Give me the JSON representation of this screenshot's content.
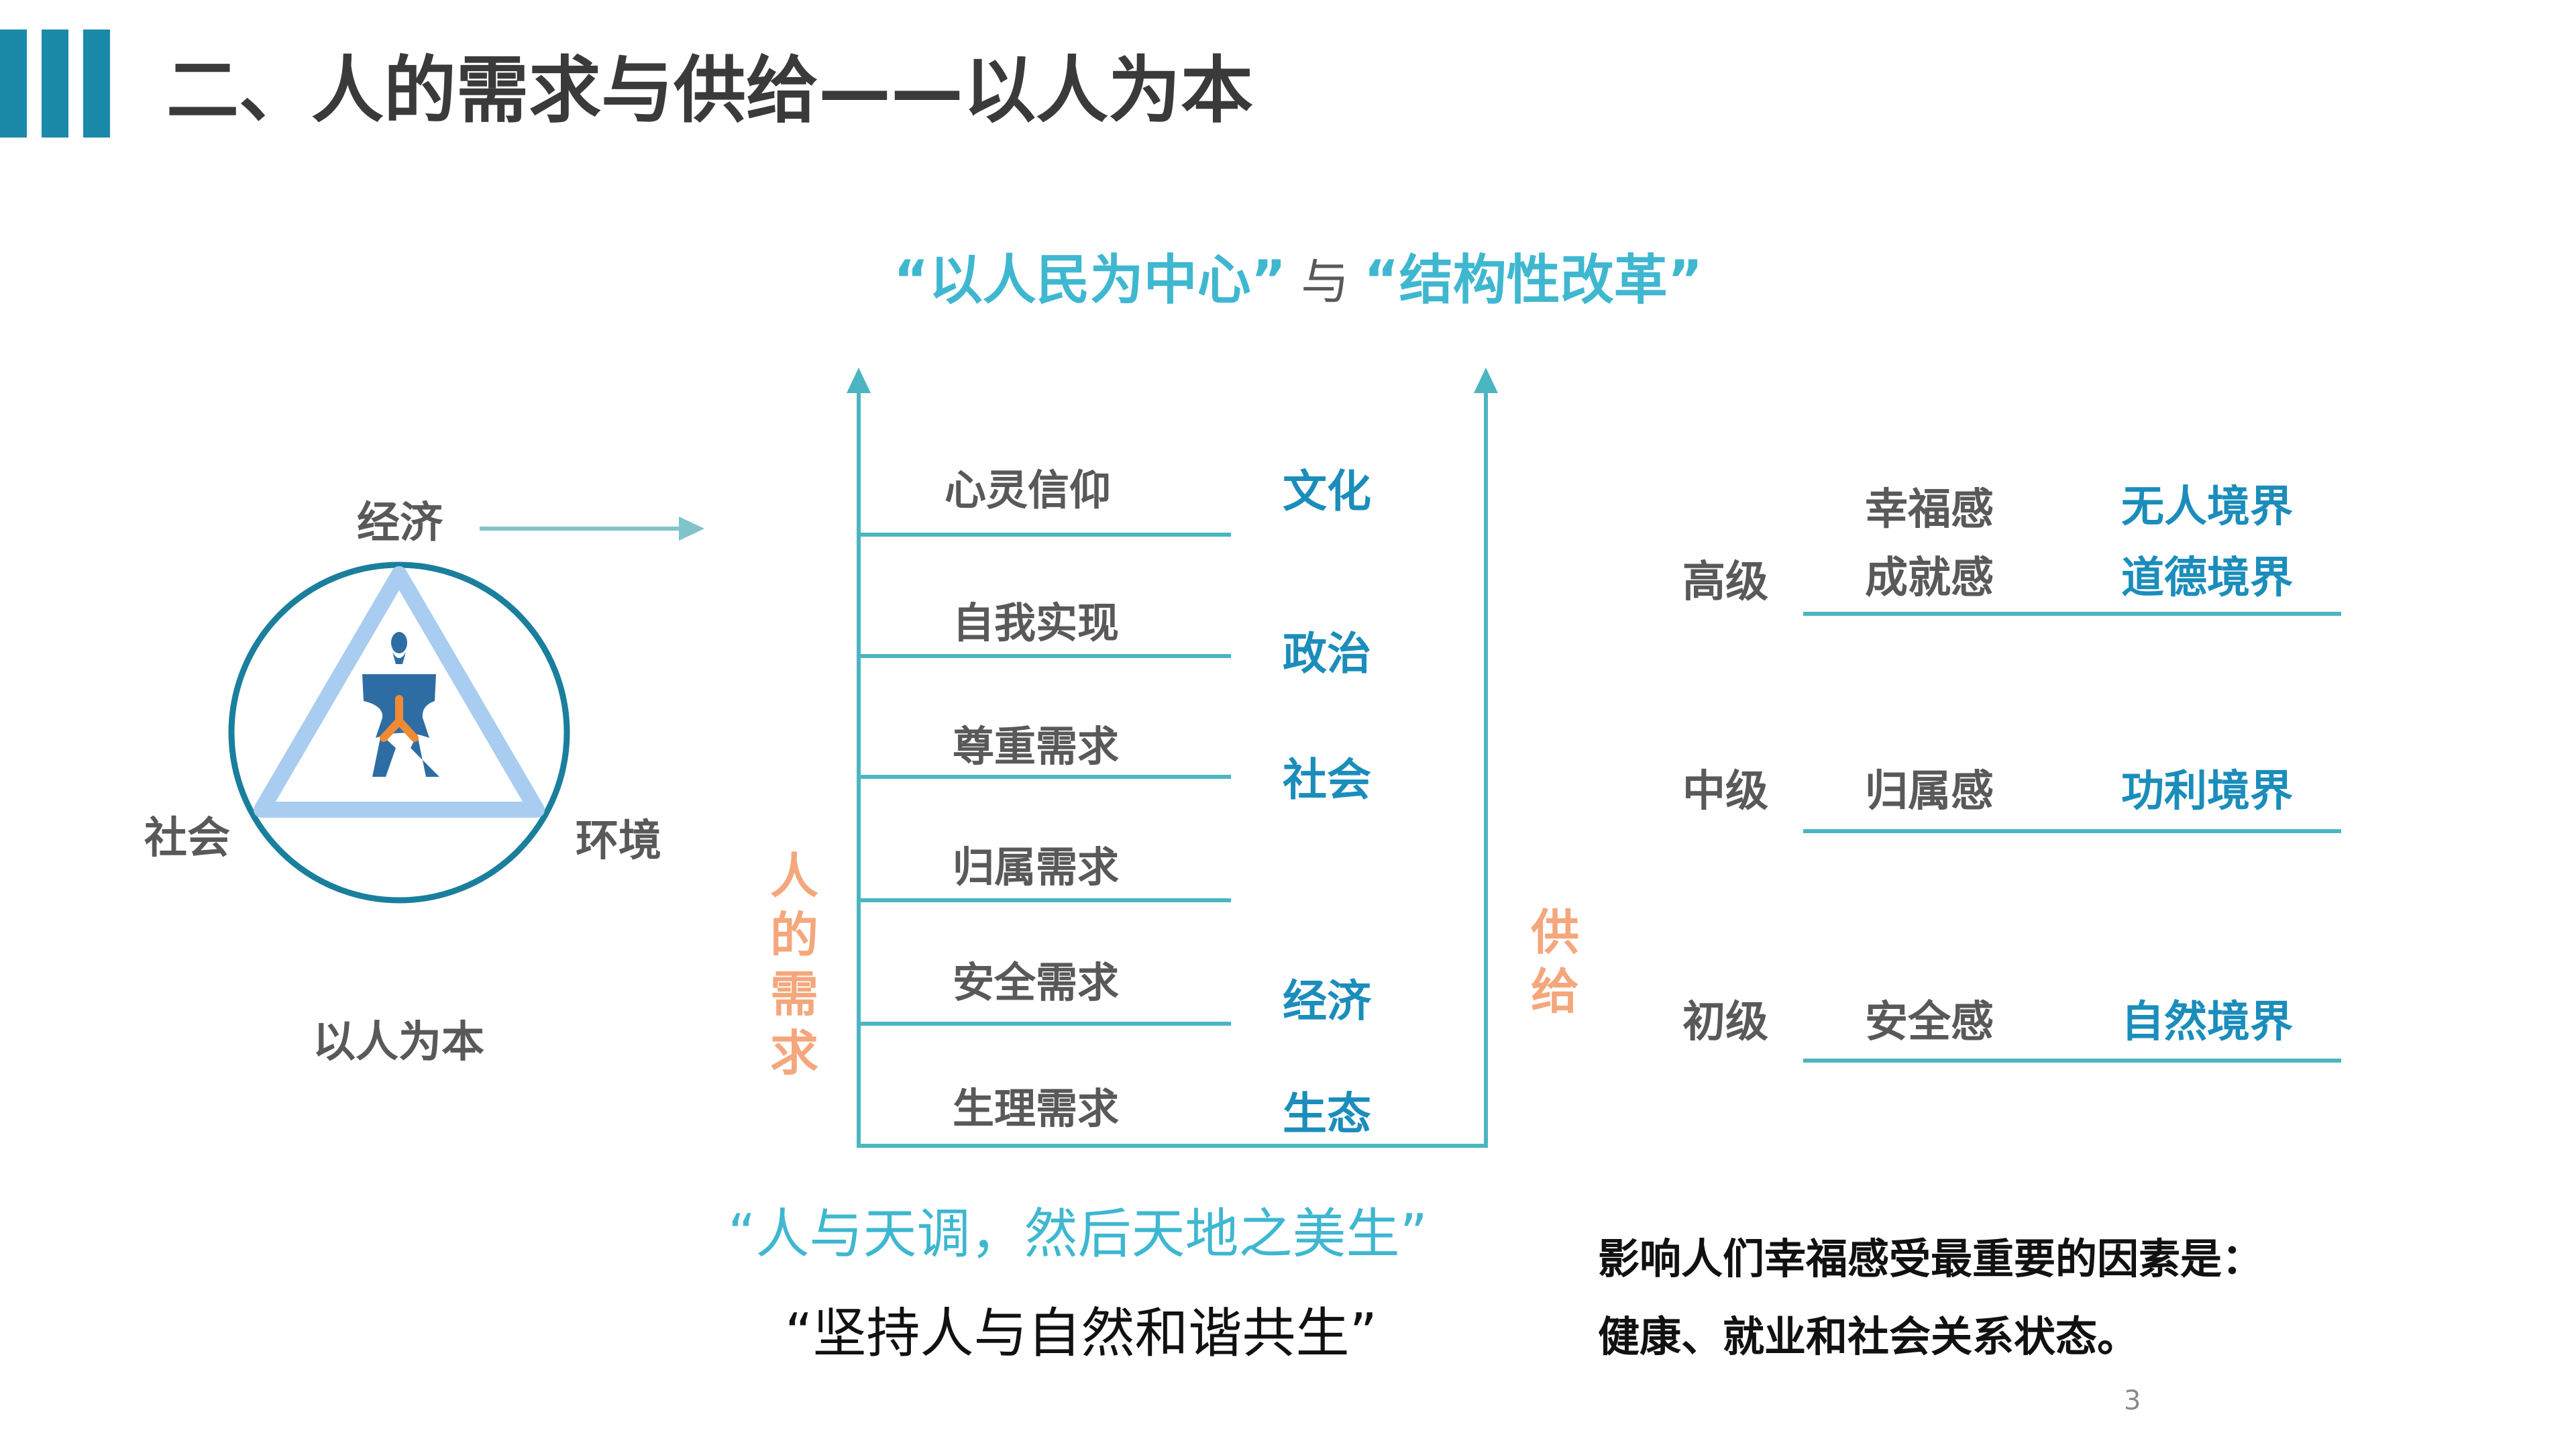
{
  "slide": {
    "title": "二、人的需求与供给——以人为本",
    "page_number": "3",
    "colors": {
      "accent": "#1a8aa8",
      "teal": "#4bb5c1",
      "blue": "#1b8dba",
      "orange": "#f4a77c",
      "gray": "#595959"
    }
  },
  "left_diagram": {
    "top_label": "经济",
    "left_label": "社会",
    "right_label": "环境",
    "caption": "以人为本"
  },
  "center_diagram": {
    "headline_left": "“以人民为中心”",
    "headline_mid": "与",
    "headline_right": "“结构性改革”",
    "needs_axis_label": "人的需求",
    "supply_axis_label": "供给",
    "needs": [
      "心灵信仰",
      "自我实现",
      "尊重需求",
      "归属需求",
      "安全需求",
      "生理需求"
    ],
    "supplies": [
      "文化",
      "政治",
      "社会",
      "经济",
      "生态"
    ],
    "quote_1": "“人与天调，然后天地之美生”",
    "quote_2": "“坚持人与自然和谐共生”"
  },
  "right_diagram": {
    "levels": [
      {
        "level": "高级",
        "feelings": [
          "幸福感",
          "成就感"
        ],
        "realms": [
          "无人境界",
          "道德境界"
        ]
      },
      {
        "level": "中级",
        "feelings": [
          "归属感"
        ],
        "realms": [
          "功利境界"
        ]
      },
      {
        "level": "初级",
        "feelings": [
          "安全感"
        ],
        "realms": [
          "自然境界"
        ]
      }
    ],
    "note_line_1": "影响人们幸福感受最重要的因素是：",
    "note_line_2": "健康、就业和社会关系状态。"
  }
}
